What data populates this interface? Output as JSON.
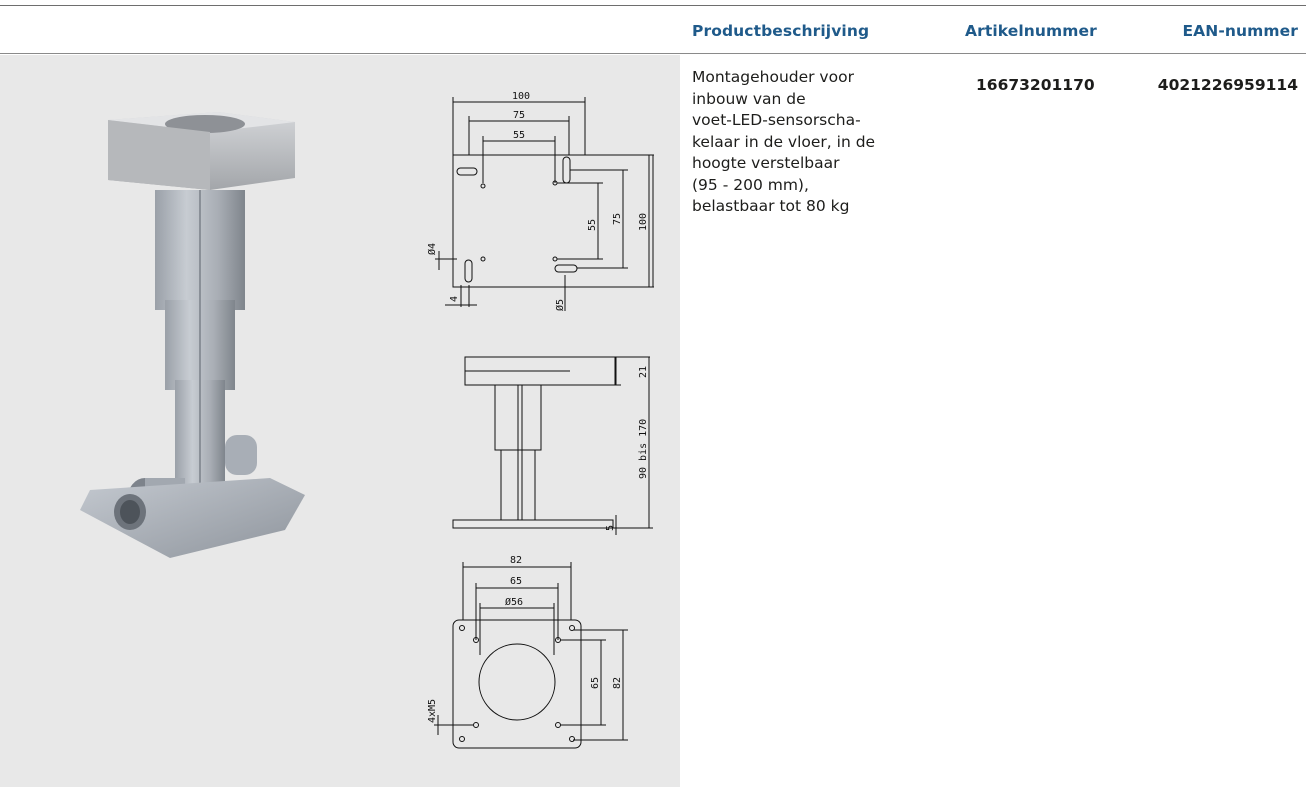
{
  "table": {
    "headers": {
      "description": "Productbeschrijving",
      "article_number": "Artikelnummer",
      "ean_number": "EAN-nummer"
    },
    "row": {
      "description": "Montagehouder voor\ninbouw van de\nvoet-LED-sensorscha-\nkelaar in de vloer, in de\nhoogte verstelbaar\n(95 - 200 mm),\nbelastbaar tot 80 kg",
      "article_number": "16673201170",
      "ean_number": "4021226959114"
    }
  },
  "drawings": {
    "top_view": {
      "dim_width_100": "100",
      "dim_width_75": "75",
      "dim_width_55": "55",
      "dim_height_55": "55",
      "dim_height_75": "75",
      "dim_height_100": "100",
      "dim_hole_4": "Ø4",
      "dim_slot_4": "4",
      "dim_hole_5": "Ø5"
    },
    "side_view": {
      "dim_top_21": "21",
      "dim_height_range": "90 bis 170",
      "dim_base_5": "5"
    },
    "base_view": {
      "dim_width_82": "82",
      "dim_width_65": "65",
      "dim_diameter_56": "Ø56",
      "dim_height_65": "65",
      "dim_height_82": "82",
      "dim_thread": "4xM5"
    }
  },
  "colors": {
    "header_blue": "#1f5a8a",
    "panel_grey": "#e8e8e8"
  }
}
